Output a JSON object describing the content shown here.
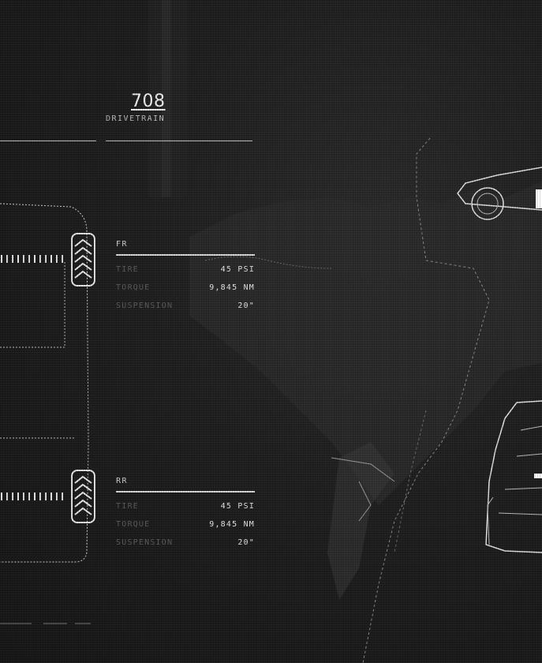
{
  "header": {
    "value": "708",
    "label": "DRIVETRAIN"
  },
  "wheels": [
    {
      "id": "FR",
      "title": "FR",
      "rows": [
        {
          "label": "TIRE",
          "value": "45 PSI"
        },
        {
          "label": "TORQUE",
          "value": "9,845 NM"
        },
        {
          "label": "SUSPENSION",
          "value": "20\""
        }
      ]
    },
    {
      "id": "RR",
      "title": "RR",
      "rows": [
        {
          "label": "TIRE",
          "value": "45 PSI"
        },
        {
          "label": "TORQUE",
          "value": "9,845 NM"
        },
        {
          "label": "SUSPENSION",
          "value": "20\""
        }
      ]
    }
  ],
  "colors": {
    "background": "#1c1c1c",
    "line": "#d9d9d9",
    "dim_text": "#5a5a5a",
    "bright_text": "#e4e4e4"
  },
  "icons": [
    "tire-tread-icon",
    "vehicle-side-outline",
    "vehicle-front-outline",
    "vehicle-top-outline"
  ]
}
